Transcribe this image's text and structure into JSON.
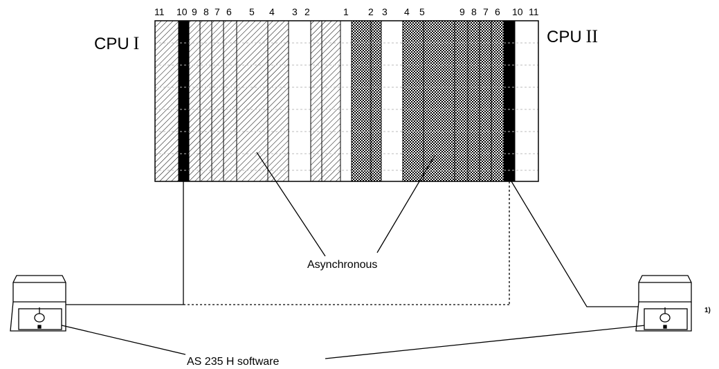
{
  "cpu_left": {
    "prefix": "CPU",
    "numeral": "I"
  },
  "cpu_right": {
    "prefix": "CPU",
    "numeral": "II"
  },
  "slot_numbers_left": [
    "11",
    "10",
    "9",
    "8",
    "7",
    "6",
    "5",
    "4",
    "3",
    "2"
  ],
  "slot_numbers_right": [
    "1",
    "2",
    "3",
    "4",
    "5",
    "9",
    "8",
    "7",
    "6",
    "10",
    "11"
  ],
  "label_async": "Asynchronous",
  "label_software": "AS 235 H software",
  "footnote": "1)"
}
